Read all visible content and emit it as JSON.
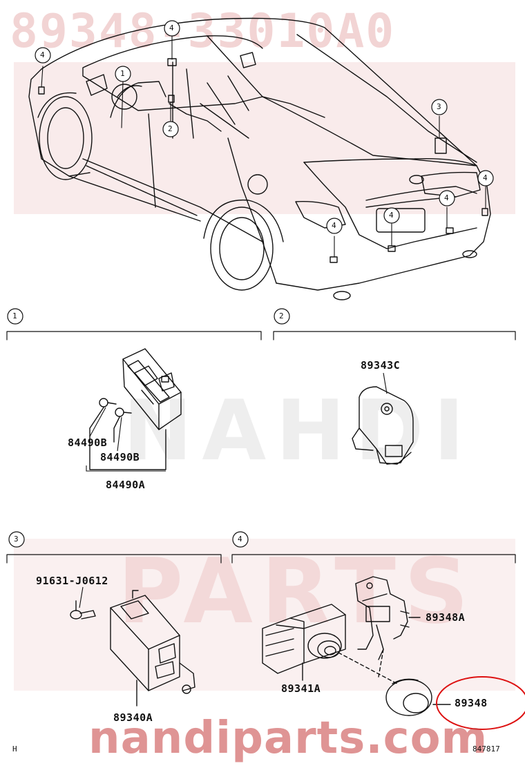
{
  "watermark": {
    "part_code": "89348-33010A0",
    "site_url": "nandiparts.com",
    "brand_word_1": "NAHDI",
    "brand_word_2": "PARTS"
  },
  "colors": {
    "watermark_red": "#c43c3c",
    "highlight_red": "#dd1111",
    "line": "#111111"
  },
  "callouts": {
    "n1": "1",
    "n2": "2",
    "n3": "3",
    "n4": "4"
  },
  "sections": [
    {
      "id": "1",
      "parts": [
        "84490B",
        "84490B",
        "84490A"
      ]
    },
    {
      "id": "2",
      "parts": [
        "89343C"
      ]
    },
    {
      "id": "3",
      "parts": [
        "91631-J0612",
        "89340A"
      ]
    },
    {
      "id": "4",
      "parts": [
        "89348A",
        "89341A",
        "89348"
      ]
    }
  ],
  "footer": {
    "left_code": "H",
    "right_code": "847817"
  }
}
